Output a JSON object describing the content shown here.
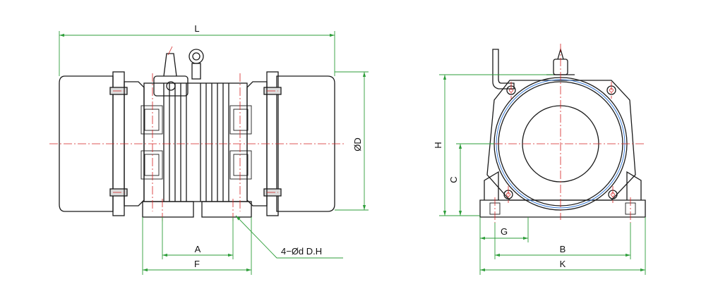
{
  "colors": {
    "outline": "#1a1a1a",
    "centerline": "#d42020",
    "dimension": "#2e9e3a",
    "accent": "#3a7bd5",
    "background": "#ffffff"
  },
  "side_view": {
    "dimensions": {
      "L": "L",
      "D": "ØD",
      "A": "A",
      "F": "F",
      "hole_note": "4−Ød  D.H"
    }
  },
  "front_view": {
    "dimensions": {
      "H": "H",
      "C": "C",
      "G": "G",
      "B": "B",
      "K": "K"
    }
  }
}
